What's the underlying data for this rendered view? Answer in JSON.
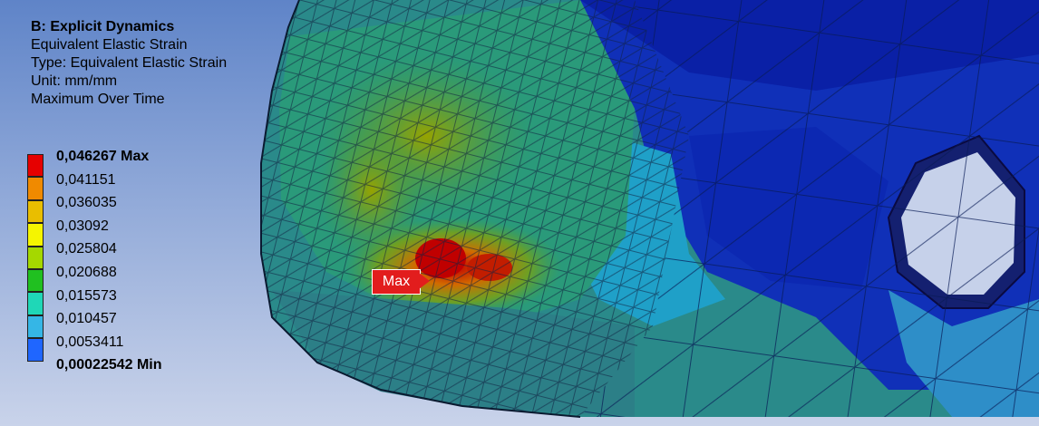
{
  "analysis": {
    "title": "B: Explicit Dynamics",
    "result_name": "Equivalent Elastic Strain",
    "type_line": "Type: Equivalent Elastic Strain",
    "unit_line": "Unit: mm/mm",
    "time_line": "Maximum Over Time"
  },
  "legend": {
    "levels": [
      {
        "label": "0,046267 Max",
        "color": "#e60000"
      },
      {
        "label": "0,041151",
        "color": "#f08a00"
      },
      {
        "label": "0,036035",
        "color": "#e9be00"
      },
      {
        "label": "0,03092",
        "color": "#f5f500"
      },
      {
        "label": "0,025804",
        "color": "#a5d800"
      },
      {
        "label": "0,020688",
        "color": "#20c020"
      },
      {
        "label": "0,015573",
        "color": "#1fd7b7"
      },
      {
        "label": "0,010457",
        "color": "#35b6e6"
      },
      {
        "label": "0,0053411",
        "color": "#1f66ff"
      },
      {
        "label": "0,00022542 Min",
        "color": "#0000e0"
      }
    ]
  },
  "probe": {
    "label": "Max",
    "color": "#e21d1d"
  }
}
